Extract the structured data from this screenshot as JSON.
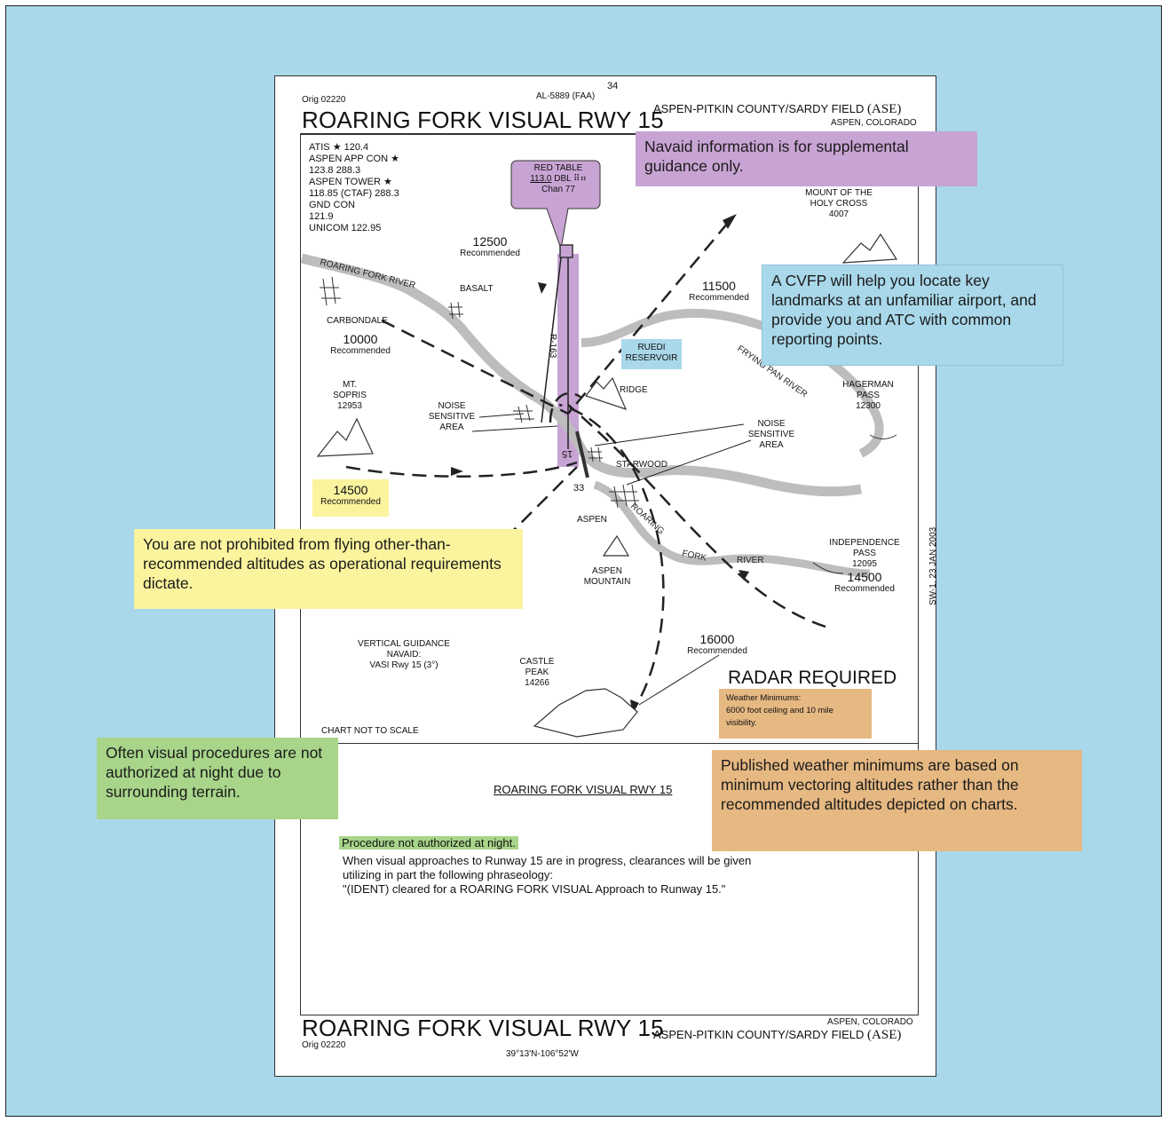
{
  "header": {
    "orig": "Orig 02220",
    "al": "AL-5889 (FAA)",
    "page": "34",
    "title": "ROARING FORK VISUAL RWY 15",
    "airport": "ASPEN-PITKIN COUNTY/SARDY FIELD",
    "airport_code": "(ASE)",
    "city": "ASPEN, COLORADO"
  },
  "comms": [
    "ATIS ★ 120.4",
    "ASPEN APP CON ★",
    "123.8  288.3",
    "ASPEN TOWER ★",
    "118.85 (CTAF) 288.3",
    "GND CON",
    "121.9",
    "UNICOM 122.95"
  ],
  "navaid": {
    "name": "RED TABLE",
    "freq": "113.0",
    "type": "DBL",
    "chan": "Chan 77",
    "radial": "R-163"
  },
  "map": {
    "alt_12500": "12500",
    "rec": "Recommended",
    "alt_11500": "11500",
    "alt_10000": "10000",
    "alt_14500": "14500",
    "alt_16000": "16000",
    "basalt": "BASALT",
    "carbondale": "CARBONDALE",
    "ruedi": [
      "RUEDI",
      "RESERVOIR"
    ],
    "ridge": "RIDGE",
    "mt_sopris": [
      "MT.",
      "SOPRIS",
      "12953"
    ],
    "holy_cross": [
      "MOUNT OF THE",
      "HOLY CROSS",
      "4007"
    ],
    "hagerman": [
      "HAGERMAN",
      "PASS",
      "12300"
    ],
    "independence": [
      "INDEPENDENCE",
      "PASS",
      "12095"
    ],
    "indep_alt": "14500",
    "noise_left": [
      "NOISE",
      "SENSITIVE",
      "AREA"
    ],
    "noise_right": [
      "NOISE",
      "SENSITIVE",
      "AREA"
    ],
    "starwood": "STARWOOD",
    "aspen": "ASPEN",
    "aspen_mtn": [
      "ASPEN",
      "MOUNTAIN"
    ],
    "castle_peak": [
      "CASTLE",
      "PEAK",
      "14266"
    ],
    "rwy_15": "15",
    "rwy_33": "33",
    "vertical": [
      "VERTICAL GUIDANCE",
      "NAVAID:",
      "VASI Rwy 15 (3°)"
    ],
    "not_to_scale": "CHART NOT TO SCALE",
    "radar": "RADAR REQUIRED",
    "wx_title": "Weather Minimums:",
    "wx_line1": "6000 foot ceiling and 10 mile",
    "wx_line2": "visibility.",
    "date_stamp": "SW-1, 23 JAN 2003",
    "river_rf_upper": "ROARING FORK RIVER",
    "river_fp": "FRYING PAN RIVER",
    "river_rf_lower1": "ROARING",
    "river_rf_lower2": "FORK",
    "river_rf_lower3": "RIVER"
  },
  "notes": {
    "title": "ROARING FORK VISUAL RWY 15",
    "night": "Procedure not authorized at night.",
    "line1": "When visual approaches to Runway 15 are in progress, clearances will be given",
    "line2": "utilizing in part the following phraseology:",
    "line3": "\"(IDENT) cleared for a ROARING FORK VISUAL Approach to Runway 15.\""
  },
  "footer": {
    "title": "ROARING FORK VISUAL RWY 15",
    "orig": "Orig 02220",
    "city": "ASPEN, COLORADO",
    "airport": "ASPEN-PITKIN COUNTY/SARDY FIELD",
    "airport_code": "(ASE)",
    "coords": "39°13'N-106°52'W"
  },
  "callouts": {
    "navaid": "Navaid information is for supplemental guidance only.",
    "cvfp": "A CVFP will help you locate key landmarks at an unfamiliar airport, and provide you and ATC with common reporting points.",
    "altitudes": "You are not prohibited from flying other-than-recommended altitudes as operational requirements dictate.",
    "night": "Often visual procedures are not authorized at night due to surrounding terrain.",
    "weather": "Published weather minimums are based on minimum vectoring altitudes rather than the recommended altitudes depicted on charts."
  },
  "colors": {
    "background": "#a9d8ea",
    "purple": "#c8a4d4",
    "blue": "#a9d8ea",
    "yellow": "#fbf49e",
    "green": "#a8d58a",
    "orange": "#e6b882"
  }
}
